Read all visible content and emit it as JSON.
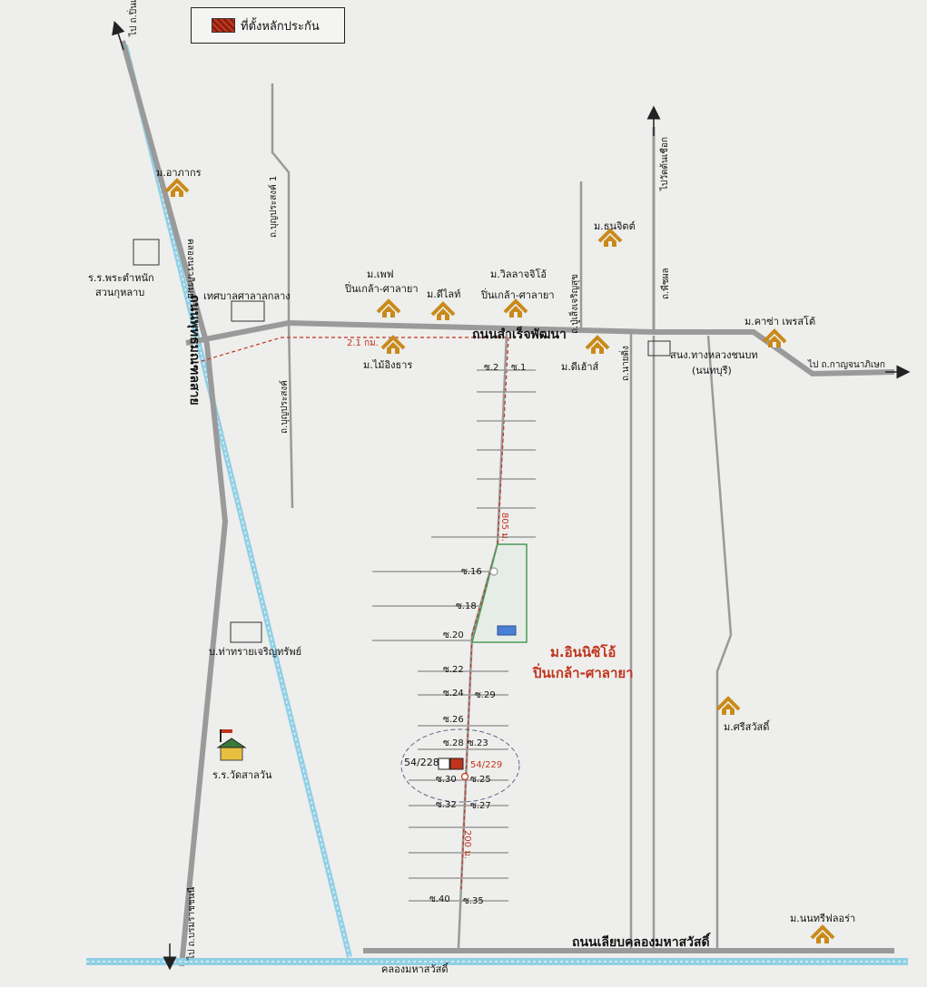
{
  "legend": {
    "label": "ที่ตั้งหลักประกัน",
    "swatch_color": "#c0341d"
  },
  "roads": {
    "main_road": "ถนนสำเร็จพัฒนา",
    "bottom_road": "ถนนเลียบคลองมหาสวัสดิ์",
    "left_road": "ถนนพุทธมณฑลสาย",
    "left_soi_1": "ถ.บุญประสงค์ 1",
    "left_soi_2": "ถ.บุญประสงค์",
    "right_soi_1": "ถ.ปู่เส็งเจริญสุข",
    "right_soi_2": "ถ.นายดิ่ง",
    "right_soi_3": "ถ.พืชผล"
  },
  "canals": {
    "bottom": "คลองมหาสวัสดิ์",
    "left": "คลองนราภิรมย์"
  },
  "directions": {
    "top_left": "ไป ถ.ปิ่นเกล้า",
    "top_right": "ไปวัดต้นเชือก",
    "right": "ไป ถ.กาญจนาภิเษก",
    "bottom_left": "ไป ถ.บรมราชชนนี"
  },
  "places": {
    "village_apakorn": "ม.อาภากร",
    "school_praxumnak": "ร.ร.พระตำหนัก",
    "school_praxumnak_2": "สวนกุหลาบ",
    "municipality": "เทศบาลศาลาลกลาง",
    "village_perfect": "ม.เพฟ",
    "village_perfect_2": "ปิ่นเกล้า-ศาลายา",
    "village_dlight": "ม.ดีไลท์",
    "village_villaggio": "ม.วิลลาจจิโอ้",
    "village_villaggio_2": "ปิ่นเกล้า-ศาลายา",
    "village_thanachit": "ม.ธนจิตต์",
    "village_maiyingtan": "ม.ไม้อิงธาร",
    "village_dehouse": "ม.ดีเฮ้าส์",
    "airport": "สนง.ทางหลวงชนบท",
    "airport_2": "(นนทบุรี)",
    "village_casa": "ม.คาซ่า เพรสโต้",
    "village_tarai": "บ.ท่าทรายเจริญทรัพย์",
    "school_wat": "ร.ร.วัดสาลวัน",
    "village_srisawat": "ม.ศรีสวัสดิ์",
    "village_nontree": "ม.นนทรีฟลอร่า",
    "project_name": "ม.อินนิซิโอ้",
    "project_name_2": "ปิ่นเกล้า-ศาลายา"
  },
  "sois": {
    "s1": "ซ.1",
    "s2": "ซ.2",
    "s16": "ซ.16",
    "s18": "ซ.18",
    "s20": "ซ.20",
    "s22": "ซ.22",
    "s24": "ซ.24",
    "s29": "ซ.29",
    "s26": "ซ.26",
    "s28": "ซ.28",
    "s23": "ซ.23",
    "s30": "ซ.30",
    "s25": "ซ.25",
    "s32": "ซ.32",
    "s27": "ซ.27",
    "s40": "ซ.40",
    "s35": "ซ.35"
  },
  "plots": {
    "left": "54/228",
    "right": "54/229"
  },
  "distances": {
    "d1": "2.1 กม.",
    "d2": "805 ม.",
    "d3": "200 ม."
  },
  "colors": {
    "road": "#9a9a9a",
    "canal": "#8fd0e6",
    "village_icon": "#c98a1a",
    "accent_red": "#c0341d",
    "project_area": "#4a9a5a",
    "blue_marker": "#4a7fd6"
  }
}
